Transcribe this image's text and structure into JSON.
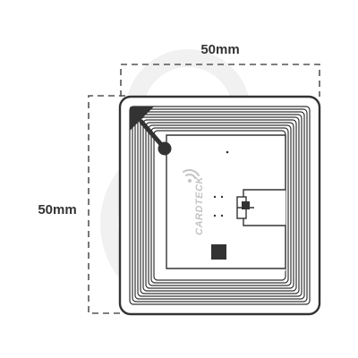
{
  "dimensions": {
    "width_label": "50mm",
    "height_label": "50mm"
  },
  "tag": {
    "brand": "CARDTECK"
  },
  "colors": {
    "line": "#333333",
    "dash": "#555555",
    "watermark": "#f1f1f1",
    "brand": "#c4c4c4",
    "card_fill": "#ffffff"
  },
  "icons": {
    "watermark": "padlock-icon",
    "brand_mark": "wireless-signal-icon"
  }
}
